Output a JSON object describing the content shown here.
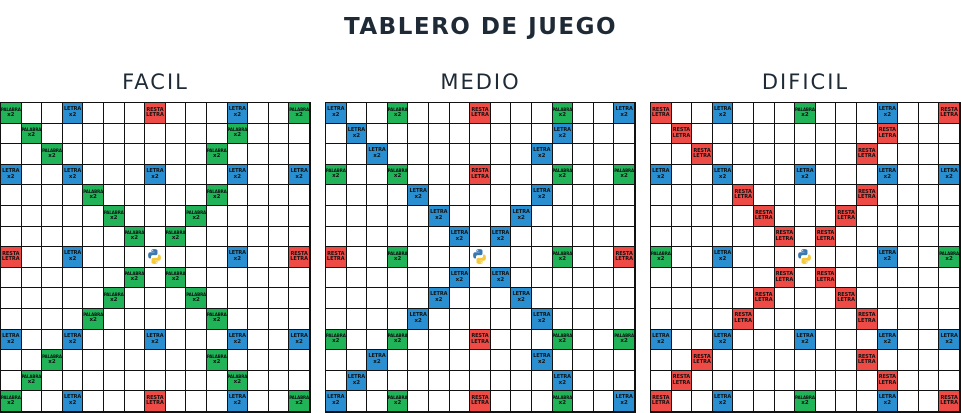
{
  "title": "TABLERO DE JUEGO",
  "tile_labels": {
    "palabra": {
      "line1": "PALABRA",
      "line2": "x2"
    },
    "letra": {
      "line1": "LETRA",
      "line2": "x2"
    },
    "resta": {
      "line1": "RESTA",
      "line2": "LETRA"
    }
  },
  "colors": {
    "palabra_x2": "#20b358",
    "letra_x2": "#2a8fd0",
    "resta_letra": "#ee4b46",
    "grid_line": "#111111",
    "empty": "#ffffff"
  },
  "center_icon": "python-logo-icon",
  "boards": [
    {
      "name": "FACIL",
      "layout": [
        "P..L...R...L..P",
        ".P.........P...",
        "..P.......P....",
        "L..L...L...L..L",
        "....P.....P....",
        ".....P...P.....",
        "......P.P......",
        "R..L...C...L..R",
        "......P.P......",
        ".....P...P.....",
        "....P.....P....",
        "L..L...L...L..L",
        "..P.......P....",
        ".P.........P...",
        "P..L...R...L..P"
      ]
    },
    {
      "name": "MEDIO",
      "layout": [
        "L..P...R...P..L",
        ".L.........L...",
        "..L.......L....",
        "P..P...R...P..P",
        "....L.....L....",
        ".....L...L.....",
        "......L.L......",
        "R..P...C...P..R",
        "......L.L......",
        ".....L...L.....",
        "....L.....L....",
        "P..P...R...P..P",
        "..L.......L....",
        ".L.........L...",
        "L..P...R...P..L"
      ]
    },
    {
      "name": "DIFICIL",
      "layout": [
        "R..L...P...L..R",
        ".R.........R...",
        "..R.......R....",
        "L..L...L...L..L",
        "....R.....R....",
        ".....R...R.....",
        "......R.R......",
        "P..L...C...L..P",
        "......R.R......",
        ".....R...R.....",
        "....R.....R....",
        "L..L...L...L..L",
        "..R.......R....",
        ".R.........R...",
        "R..L...P...L..R"
      ]
    }
  ]
}
